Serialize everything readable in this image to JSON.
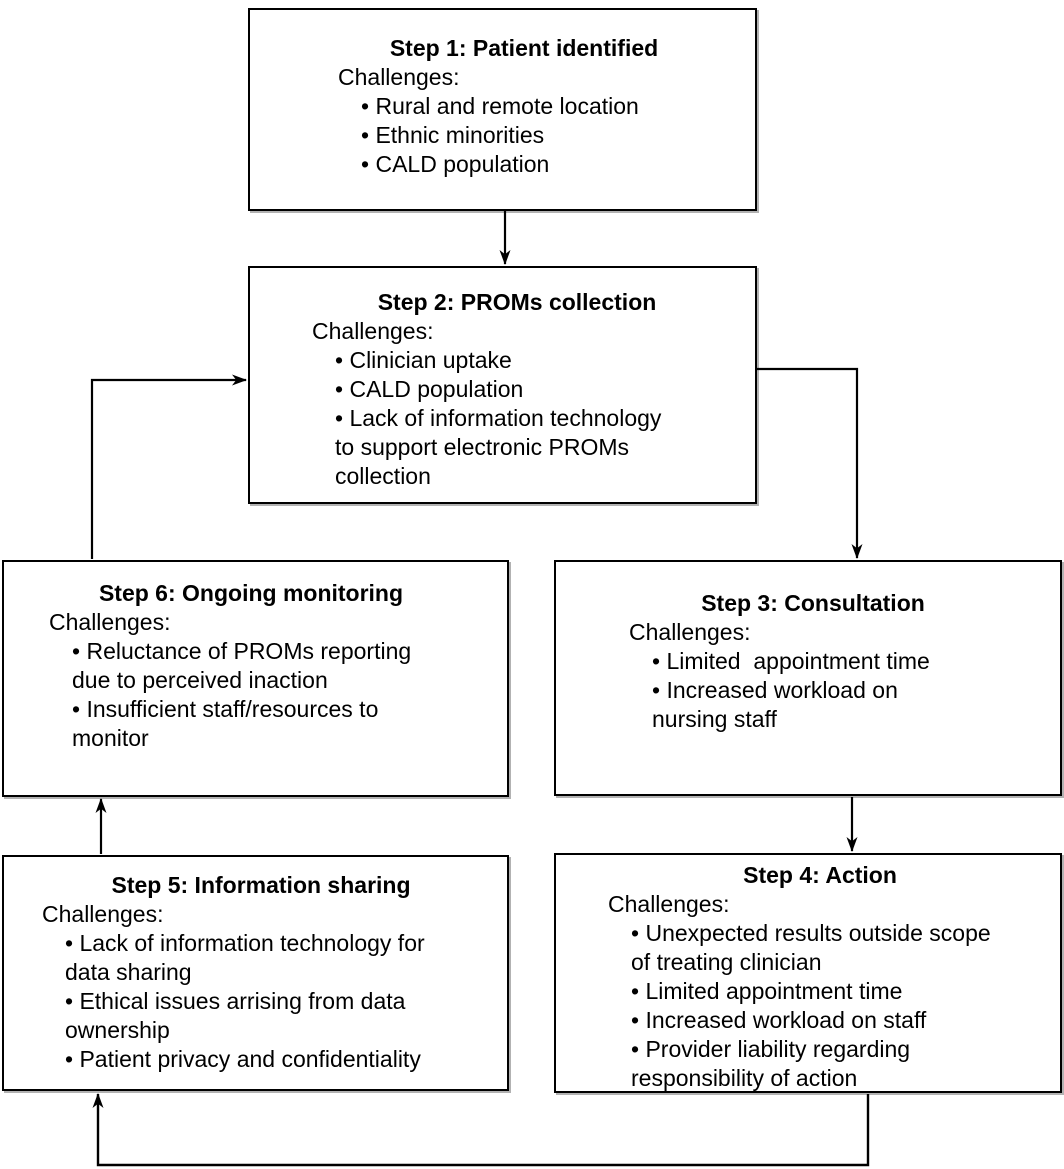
{
  "diagram": {
    "boxes": [
      {
        "id": "step1",
        "title": "Step 1: Patient identified",
        "challenges_label": "Challenges:",
        "bullets": [
          "Rural and remote location",
          "Ethnic minorities",
          "CALD population"
        ]
      },
      {
        "id": "step2",
        "title": "Step 2: PROMs collection",
        "challenges_label": "Challenges:",
        "bullets": [
          "Clinician uptake",
          "CALD population",
          "Lack of information technology\nto support electronic PROMs\ncollection"
        ]
      },
      {
        "id": "step3",
        "title": "Step 3: Consultation",
        "challenges_label": "Challenges:",
        "bullets": [
          "Limited  appointment time",
          "Increased workload on\nnursing staff"
        ]
      },
      {
        "id": "step4",
        "title": "Step 4: Action",
        "challenges_label": "Challenges:",
        "bullets": [
          "Unexpected results outside scope\nof treating clinician",
          "Limited appointment time",
          "Increased workload on staff",
          "Provider liability regarding\nresponsibility of action"
        ]
      },
      {
        "id": "step5",
        "title": "Step 5: Information sharing",
        "challenges_label": "Challenges:",
        "bullets": [
          "Lack of information technology for\ndata sharing",
          "Ethical issues arrising from data\nownership",
          "Patient privacy and confidentiality"
        ]
      },
      {
        "id": "step6",
        "title": "Step 6: Ongoing monitoring",
        "challenges_label": "Challenges:",
        "bullets": [
          "Reluctance of PROMs reporting\ndue to perceived inaction",
          "Insufficient staff/resources to\nmonitor"
        ]
      }
    ],
    "arrows": [
      {
        "from": "Step 1: Patient identified",
        "to": "Step 2: PROMs collection"
      },
      {
        "from": "Step 2: PROMs collection",
        "to": "Step 3: Consultation"
      },
      {
        "from": "Step 3: Consultation",
        "to": "Step 4: Action"
      },
      {
        "from": "Step 4: Action",
        "to": "Step 5: Information sharing"
      },
      {
        "from": "Step 5: Information sharing",
        "to": "Step 6: Ongoing monitoring"
      },
      {
        "from": "Step 6: Ongoing monitoring",
        "to": "Step 2: PROMs collection"
      }
    ],
    "colors": {
      "background": "#ffffff",
      "box_border": "#000000",
      "text": "#000000",
      "arrow": "#000000"
    }
  }
}
